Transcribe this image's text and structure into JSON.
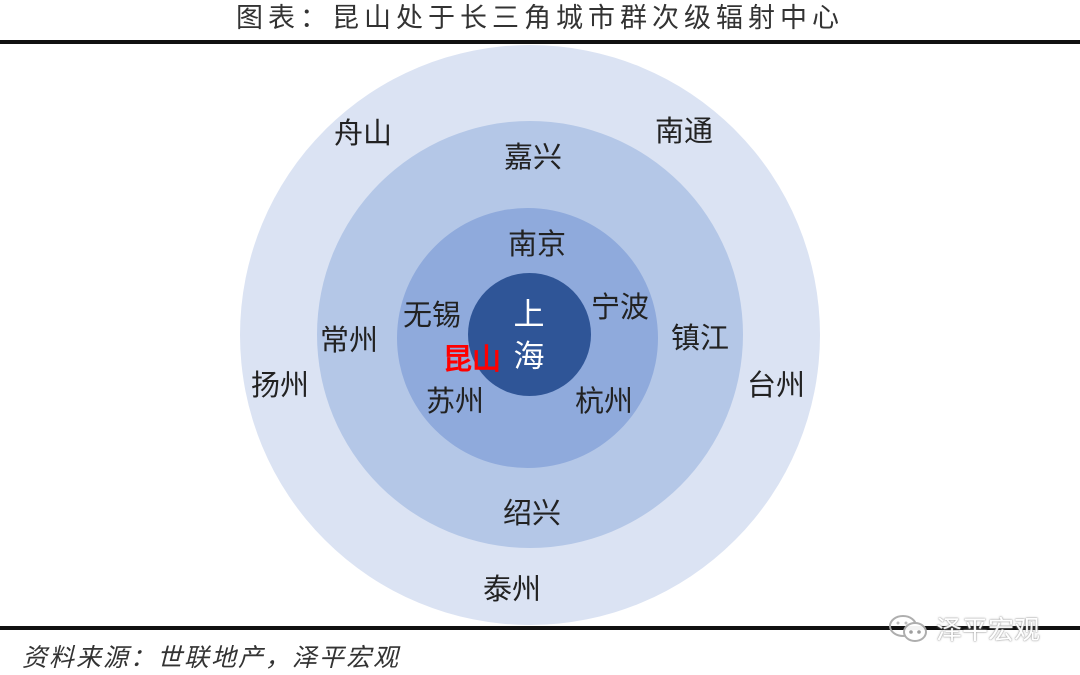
{
  "header": {
    "title": "图表：昆山处于长三角城市群次级辐射中心"
  },
  "diagram": {
    "type": "concentric-radial",
    "rings": [
      {
        "level": "outer",
        "color": "#dbe3f3"
      },
      {
        "level": "second",
        "color": "#b4c7e7"
      },
      {
        "level": "third",
        "color": "#8faadc"
      },
      {
        "level": "core",
        "color": "#2f5597"
      }
    ],
    "core": {
      "label": "上海"
    },
    "inner_ring": {
      "cities": [
        "南京",
        "无锡",
        "宁波",
        "苏州",
        "杭州"
      ],
      "highlight": "昆山",
      "highlight_color": "#ff0000"
    },
    "middle_ring": {
      "cities": [
        "嘉兴",
        "常州",
        "镇江",
        "绍兴"
      ]
    },
    "outer_ring": {
      "cities": [
        "舟山",
        "南通",
        "扬州",
        "台州",
        "泰州"
      ]
    }
  },
  "labels": {
    "shanghai": "上海",
    "nanjing": "南京",
    "wuxi": "无锡",
    "ningbo": "宁波",
    "kunshan": "昆山",
    "suzhou": "苏州",
    "hangzhou": "杭州",
    "jiaxing": "嘉兴",
    "changzhou": "常州",
    "zhenjiang": "镇江",
    "shaoxing": "绍兴",
    "zhoushan": "舟山",
    "nantong": "南通",
    "yangzhou": "扬州",
    "taizhou_zj": "台州",
    "taizhou_js": "泰州"
  },
  "footer": {
    "source": "资料来源：世联地产，泽平宏观",
    "watermark": "泽平宏观",
    "watermark_icon": "wechat-icon"
  }
}
